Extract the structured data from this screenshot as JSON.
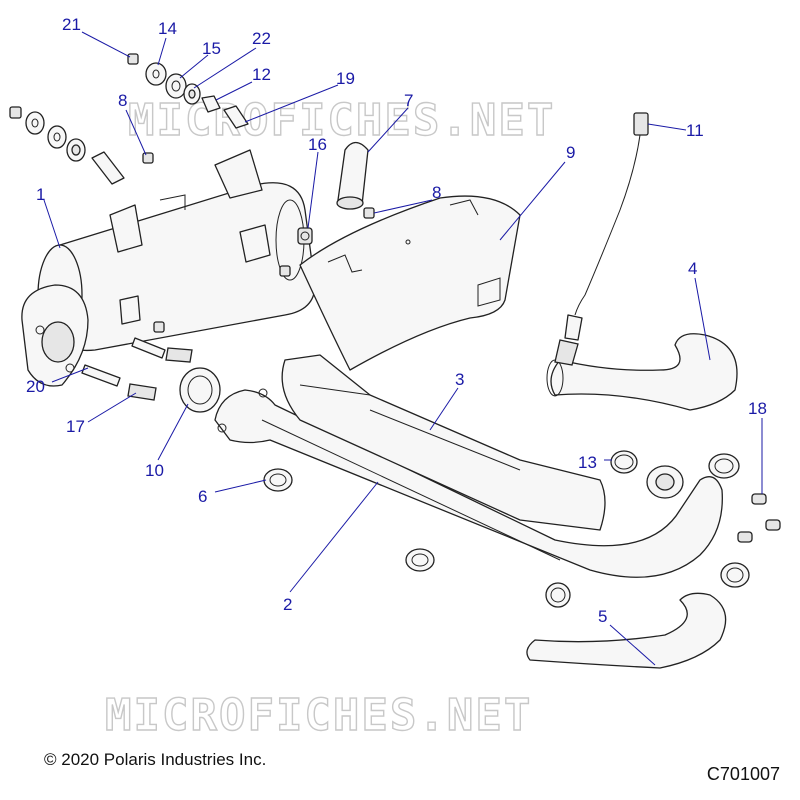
{
  "watermark": "MICROFICHES.NET",
  "copyright": "© 2020 Polaris Industries Inc.",
  "drawing_id": "C701007",
  "callouts": [
    "21",
    "14",
    "15",
    "22",
    "12",
    "19",
    "8",
    "7",
    "11",
    "9",
    "16",
    "8",
    "1",
    "4",
    "3",
    "18",
    "13",
    "20",
    "17",
    "10",
    "6",
    "2",
    "5"
  ]
}
